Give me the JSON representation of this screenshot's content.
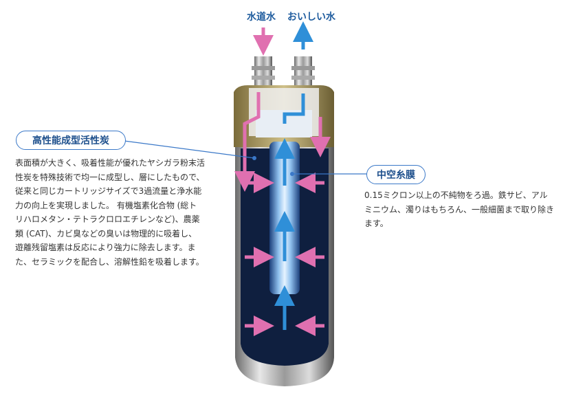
{
  "labels": {
    "tap_water": "水道水",
    "tasty_water": "おいしい水"
  },
  "left_callout": {
    "title": "高性能成型活性炭",
    "description": "表面積が大きく、吸着性能が優れたヤシガラ粉末活性炭を特殊技術で均一に成型し、層にしたもので、従来と同じカートリッジサイズで3過流量と浄水能力の向上を実現しました。 有機塩素化合物 (総トリハロメタン・テトラクロロエチレンなど)、農薬類 (CAT)、カビ臭などの臭いは物理的に吸着し、遊離残留塩素は反応により強力に除去します。また、セラミックを配合し、溶解性鉛を吸着します。"
  },
  "right_callout": {
    "title": "中空糸膜",
    "description": "0.15ミクロン以上の不純物をろ過。鉄サビ、アルミニウム、濁りはもちろん、一般細菌まで取り除きます。"
  },
  "colors": {
    "accent_blue": "#3a78c8",
    "inflow_pink": "#e070b0",
    "outflow_blue": "#2f8fd8"
  }
}
